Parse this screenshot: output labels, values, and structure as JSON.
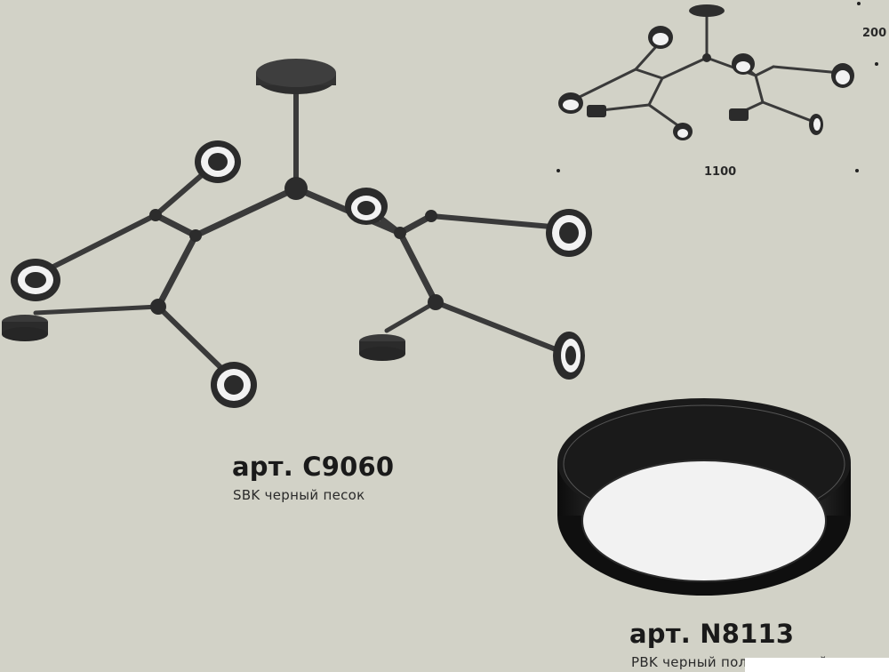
{
  "product_main": {
    "article": "арт. C9060",
    "finish": "SBK черный песок"
  },
  "product_ring": {
    "article": "арт. N8113",
    "finish": "PBK черный полированный"
  },
  "dimensions": {
    "width": "1100",
    "height": "200"
  },
  "colors": {
    "background": "#d2d2c7",
    "fixture": "#2e2e2e",
    "diffuser": "#f4f4f4"
  }
}
